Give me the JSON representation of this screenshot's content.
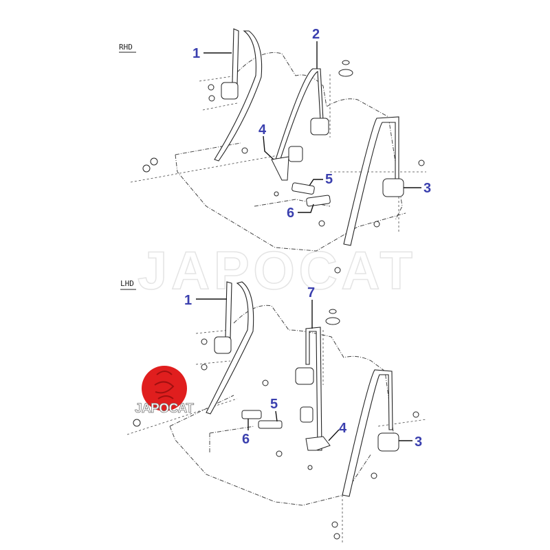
{
  "diagram": {
    "watermark": "JAPOCAT",
    "logo_text": "JAPOCAT",
    "colors": {
      "callout": "#3a3fae",
      "logo": "#e01e1e"
    },
    "rhd": {
      "title": "RHD",
      "callouts": [
        "1",
        "2",
        "3",
        "4",
        "5",
        "6"
      ]
    },
    "lhd": {
      "title": "LHD",
      "callouts": [
        "1",
        "7",
        "5",
        "6",
        "4",
        "3"
      ]
    }
  }
}
